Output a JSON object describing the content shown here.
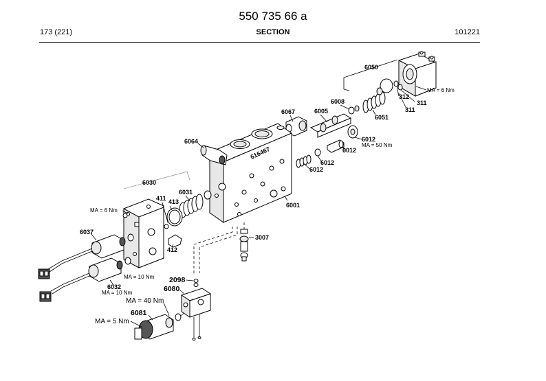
{
  "header": {
    "doc_number": "550 735 66 a",
    "page_count": "173 (221)",
    "section": "SECTION",
    "page_code": "101221"
  },
  "block_marking": "616467",
  "callouts": {
    "c6050": "6050",
    "c312": "312",
    "c311a": "311",
    "c311b": "311",
    "c6051": "6051",
    "c6008": "6008",
    "c6067": "6067",
    "c6005": "6005",
    "c6012a": "6012",
    "c6012b": "6012",
    "c6012c": "6012",
    "c6012d": "6012",
    "c6064": "6064",
    "c6030": "6030",
    "c6031": "6031",
    "c411": "411",
    "c413": "413",
    "c412": "412",
    "c6001": "6001",
    "c3007": "3007",
    "c6037": "6037",
    "c6032": "6032",
    "c2098": "2098",
    "c6080": "6080",
    "c6081": "6081"
  },
  "torque_labels": {
    "t6050": "MA = 6 Nm",
    "t6012": "MA = 50 Nm",
    "t6030": "MA = 6 Nm",
    "t6037": "MA = 10 Nm",
    "t6032": "MA = 10 Nm",
    "t6081a": "MA = 40 Nm",
    "t6081b": "MA = 5 Nm"
  }
}
